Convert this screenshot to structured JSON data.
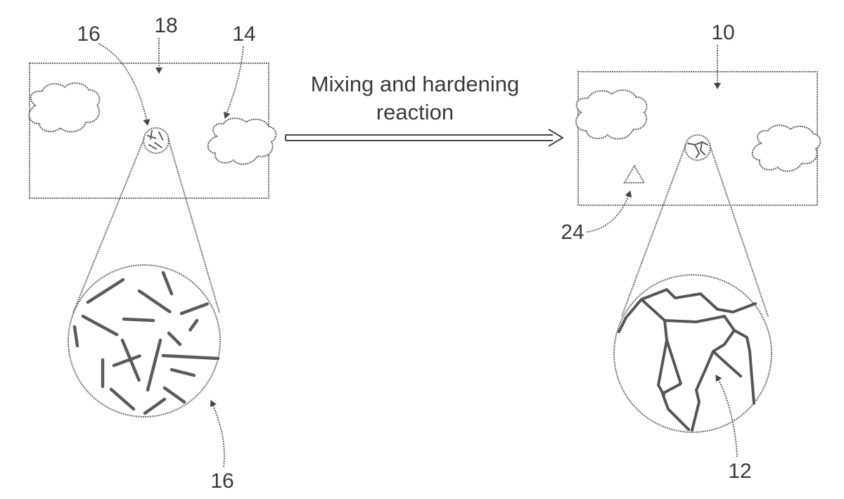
{
  "process_label": {
    "line1": "Mixing and hardening",
    "line2": "reaction"
  },
  "reference_numerals": {
    "fiber_inset_top": "16",
    "resin_top": "18",
    "filler_top": "14",
    "composite_top": "10",
    "void_label": "24",
    "fiber_bundle_bottom": "16",
    "network_bottom": "12"
  }
}
